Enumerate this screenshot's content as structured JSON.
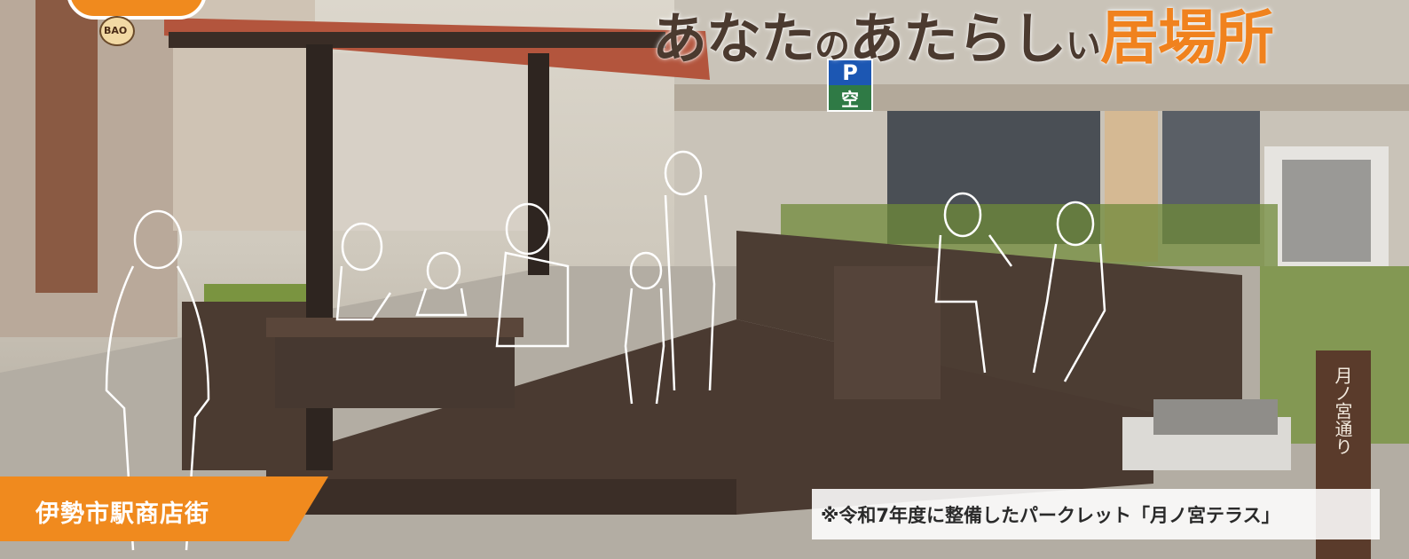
{
  "headline": {
    "part1": "あなた",
    "part2": "の",
    "part3": "あたらし",
    "part4": "い",
    "part5": "居場所"
  },
  "district_label": "伊勢市駅商店街",
  "caption": "※令和7年度に整備したパークレット「月ノ宮テラス」",
  "signpost": "月ノ宮通り",
  "shop_sign": "BAO",
  "parking_sign": {
    "symbol": "P",
    "status": "空"
  },
  "colors": {
    "accent": "#f08a1e",
    "headline_dark": "#4b3a2f",
    "deck": "#4a3a31",
    "signpost": "#5a3b2b"
  }
}
